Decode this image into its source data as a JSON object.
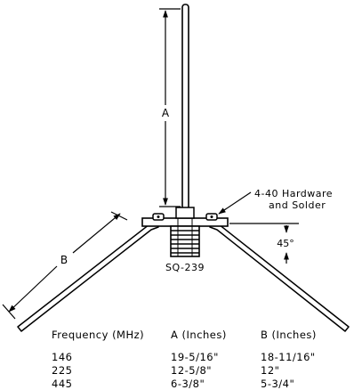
{
  "labels": {
    "dimension_a": "A",
    "dimension_b": "B",
    "angle": "45°",
    "hardware_line1": "4-40 Hardware",
    "hardware_line2": "and Solder",
    "connector": "SQ-239"
  },
  "table": {
    "headers": [
      "Frequency (MHz)",
      "A (Inches)",
      "B (Inches)"
    ],
    "rows": [
      [
        "146",
        "19-5/16\"",
        "18-11/16\""
      ],
      [
        "225",
        "12-5/8\"",
        "12\""
      ],
      [
        "445",
        "6-3/8\"",
        "5-3/4\""
      ]
    ]
  }
}
